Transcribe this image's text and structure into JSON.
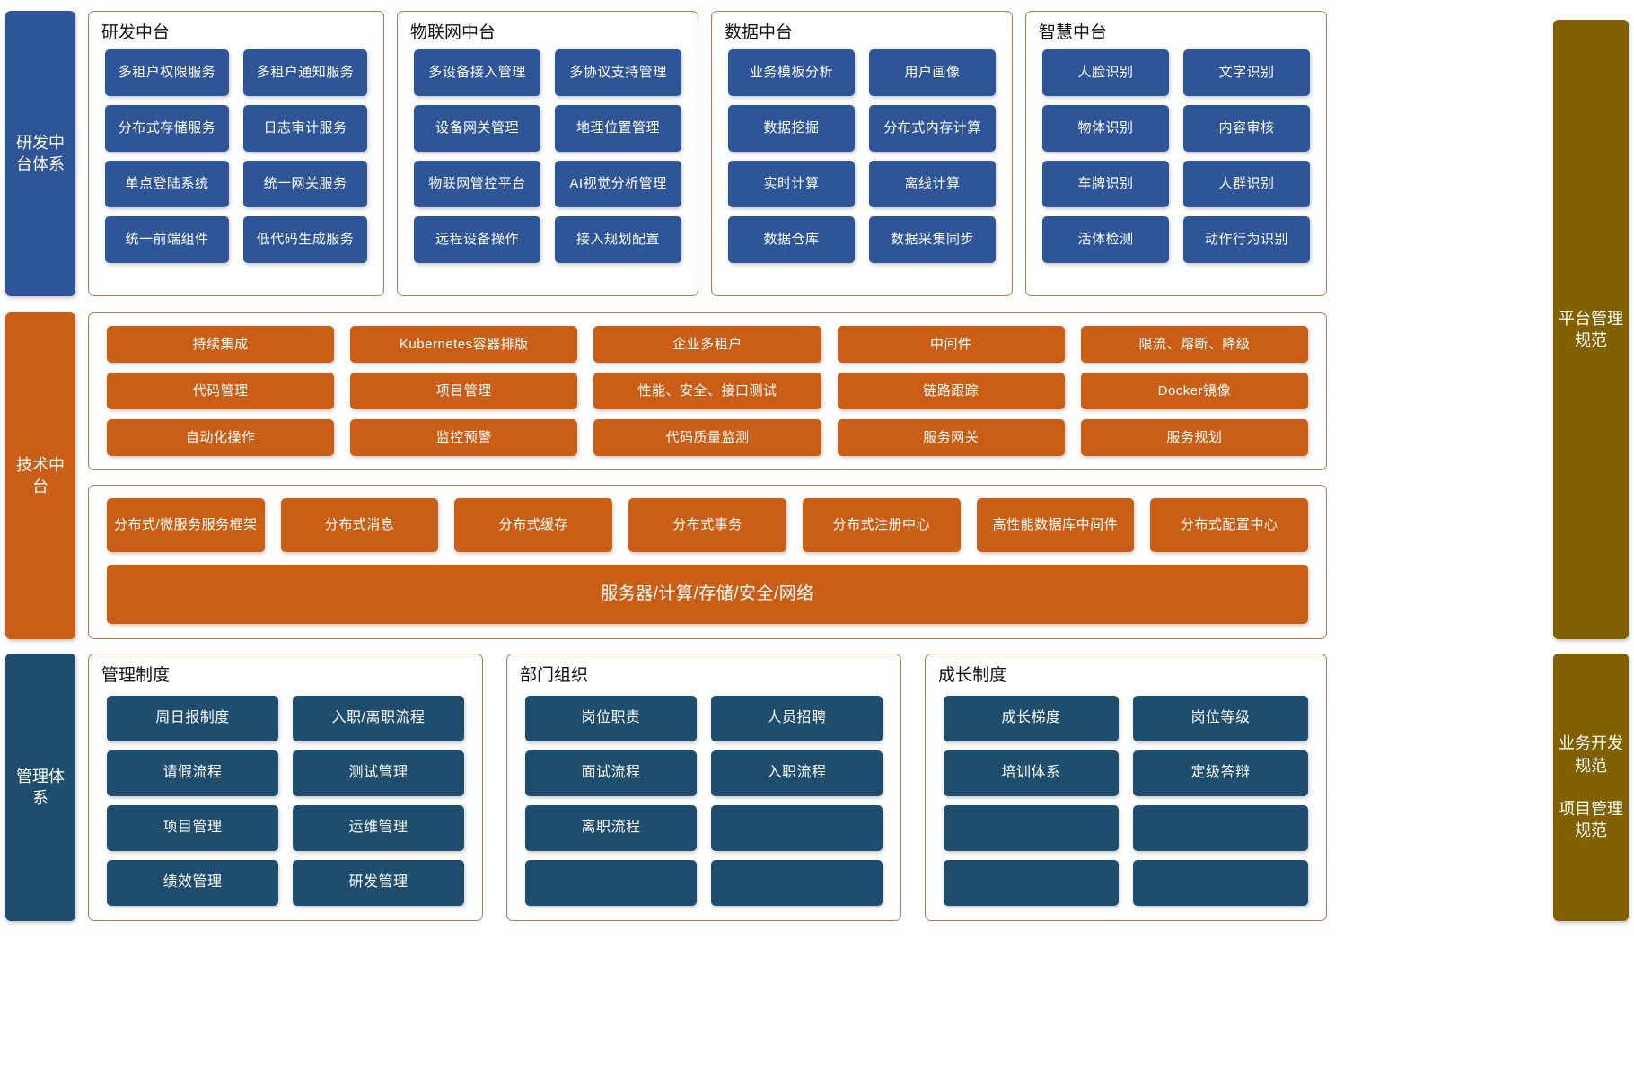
{
  "rails": {
    "rd_system": "研发中台体系",
    "tech_platform": "技术中台",
    "mgmt_system": "管理体系",
    "platform_spec": "平台管理规范",
    "biz_spec": "业务开发规范\n\n项目管理规范"
  },
  "top_panels": [
    {
      "title": "研发中台",
      "tiles": [
        "多租户权限服务",
        "多租户通知服务",
        "分布式存储服务",
        "日志审计服务",
        "单点登陆系统",
        "统一网关服务",
        "统一前端组件",
        "低代码生成服务"
      ]
    },
    {
      "title": "物联网中台",
      "tiles": [
        "多设备接入管理",
        "多协议支持管理",
        "设备网关管理",
        "地理位置管理",
        "物联网管控平台",
        "AI视觉分析管理",
        "远程设备操作",
        "接入规划配置"
      ]
    },
    {
      "title": "数据中台",
      "tiles": [
        "业务模板分析",
        "用户画像",
        "数据挖掘",
        "分布式内存计算",
        "实时计算",
        "离线计算",
        "数据仓库",
        "数据采集同步"
      ]
    },
    {
      "title": "智慧中台",
      "tiles": [
        "人脸识别",
        "文字识别",
        "物体识别",
        "内容审核",
        "车牌识别",
        "人群识别",
        "活体检测",
        "动作行为识别"
      ]
    }
  ],
  "devops_panel": {
    "tiles": [
      "持续集成",
      "Kubernetes容器排版",
      "企业多租户",
      "中间件",
      "限流、熔断、降级",
      "代码管理",
      "项目管理",
      "性能、安全、接口测试",
      "链路跟踪",
      "Docker镜像",
      "自动化操作",
      "监控预警",
      "代码质量监测",
      "服务网关",
      "服务规划"
    ]
  },
  "middleware_panel": {
    "tiles": [
      "分布式/微服务服务框架",
      "分布式消息",
      "分布式缓存",
      "分布式事务",
      "分布式注册中心",
      "高性能数据库中间件",
      "分布式配置中心"
    ],
    "infrastructure": "服务器/计算/存储/安全/网络"
  },
  "bottom_panels": [
    {
      "title": "管理制度",
      "tiles": [
        "周日报制度",
        "入职/离职流程",
        "请假流程",
        "测试管理",
        "项目管理",
        "运维管理",
        "绩效管理",
        "研发管理"
      ]
    },
    {
      "title": "部门组织",
      "tiles": [
        "岗位职责",
        "人员招聘",
        "面试流程",
        "入职流程",
        "离职流程",
        "",
        "",
        ""
      ]
    },
    {
      "title": "成长制度",
      "tiles": [
        "成长梯度",
        "岗位等级",
        "培训体系",
        "定级答辩",
        "",
        "",
        "",
        ""
      ]
    }
  ],
  "colors": {
    "blue": "#2e5597",
    "blue_dark": "#1f4d6e",
    "orange": "#ca5e16",
    "olive": "#806000",
    "panel_border": "#c0764a"
  }
}
